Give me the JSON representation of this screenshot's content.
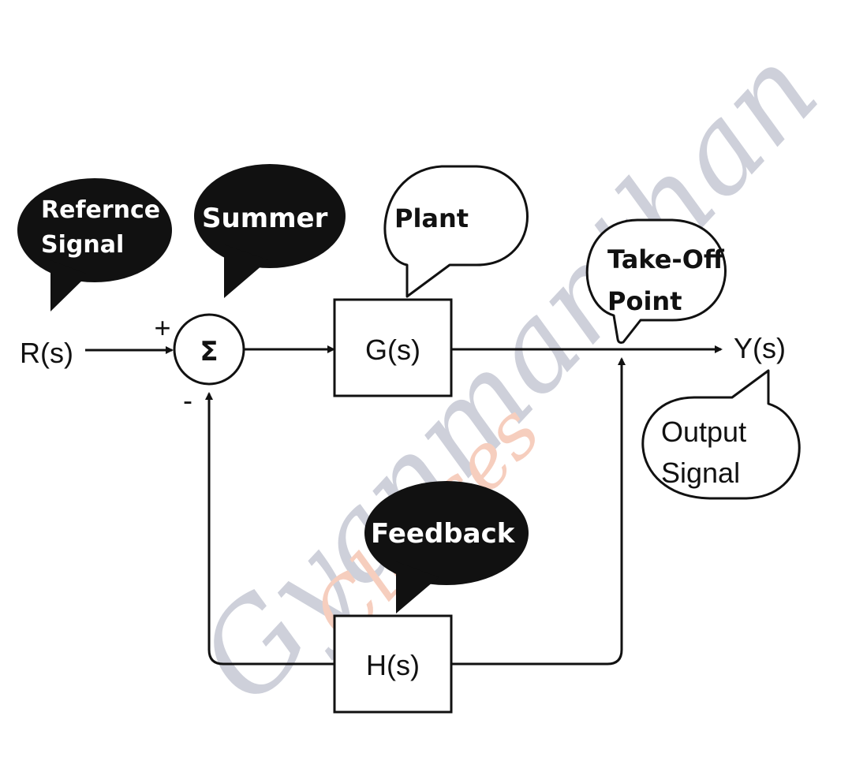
{
  "signals": {
    "input": "R(s)",
    "output": "Y(s)",
    "plus": "+",
    "minus": "-"
  },
  "blocks": {
    "summer_symbol": "Σ",
    "plant": "G(s)",
    "feedback": "H(s)"
  },
  "callouts": {
    "reference_line1": "Refernce",
    "reference_line2": "Signal",
    "summer": "Summer",
    "plant": "Plant",
    "takeoff_line1": "Take-Off",
    "takeoff_line2": "Point",
    "output_line1": "Output",
    "output_line2": "Signal",
    "feedback": "Feedback"
  },
  "watermark": {
    "line1": "Gyanmanthan",
    "line2": "Classes"
  },
  "colors": {
    "ink": "#111111",
    "watermark_gray": "#c9ccd6",
    "watermark_orange": "#f6c9b8"
  }
}
